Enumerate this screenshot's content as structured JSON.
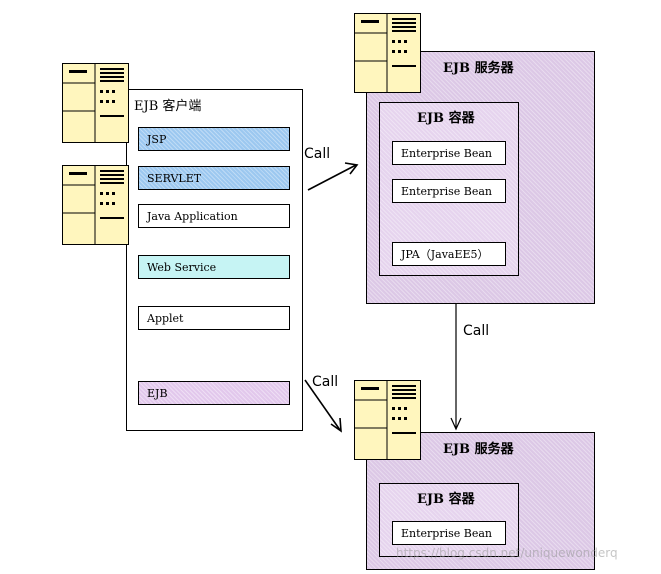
{
  "client": {
    "title": "EJB 客户端",
    "items": [
      {
        "label": "JSP",
        "color": "#9cc8f0"
      },
      {
        "label": "SERVLET",
        "color": "#9cc8f0"
      },
      {
        "label": "Java Application",
        "color": "#ffffff"
      },
      {
        "label": "Web Service",
        "color": "#c6f4f4"
      },
      {
        "label": "Applet",
        "color": "#ffffff"
      },
      {
        "label": "EJB",
        "color": "#e2c8ec"
      }
    ]
  },
  "server_top": {
    "title": "EJB 服务器",
    "container_title": "EJB 容器",
    "items": [
      "Enterprise Bean",
      "Enterprise Bean",
      "JPA（JavaEE5）"
    ]
  },
  "server_bottom": {
    "title": "EJB 服务器",
    "container_title": "EJB 容器",
    "items": [
      "Enterprise Bean"
    ]
  },
  "arrows": {
    "call_top": "Call",
    "call_vertical": "Call",
    "call_bottom": "Call"
  },
  "watermark": "https://blog.csdn.net/uniquewonderq",
  "colors": {
    "server_fill": "#dcc8e6",
    "computer_fill": "#fff6be",
    "jsp_fill": "#9cc8f0",
    "webservice_fill": "#c6f4f4"
  },
  "icons": [
    "computer-icon",
    "computer-icon",
    "computer-icon",
    "computer-icon"
  ]
}
